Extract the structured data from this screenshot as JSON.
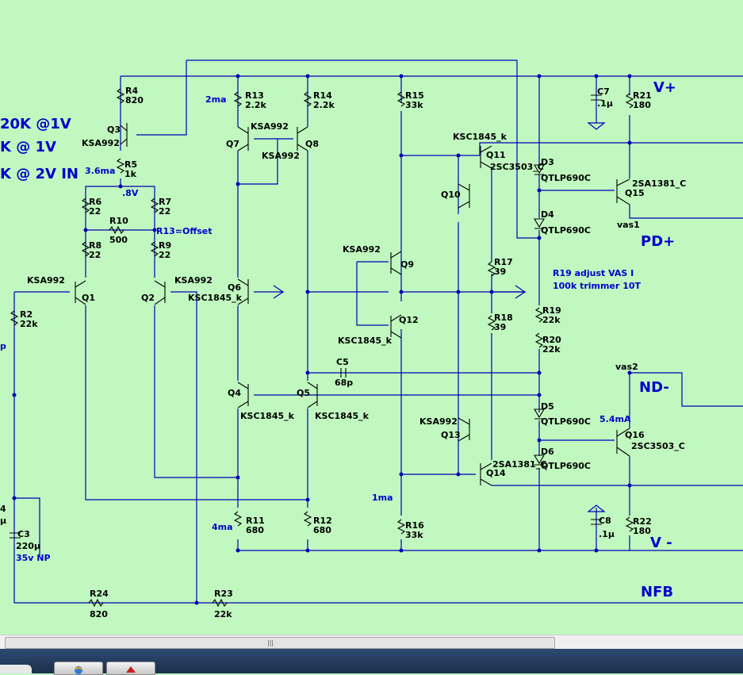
{
  "components": {
    "q1": {
      "ref": "Q1",
      "type": "KSA992"
    },
    "q2": {
      "ref": "Q2",
      "type": "KSA992"
    },
    "q3": {
      "ref": "Q3",
      "type": "KSA992"
    },
    "q4": {
      "ref": "Q4",
      "type": "KSC1845_k"
    },
    "q5": {
      "ref": "Q5",
      "type": "KSC1845_k"
    },
    "q6": {
      "ref": "Q6",
      "type": "KSC1845_k"
    },
    "q7": {
      "ref": "Q7",
      "type": "KSA992"
    },
    "q8": {
      "ref": "Q8",
      "type": "KSA992"
    },
    "q9": {
      "ref": "Q9",
      "type": "KSA992"
    },
    "q10": {
      "ref": "Q10"
    },
    "q11": {
      "ref": "Q11",
      "type": "KSC1845_k",
      "type2": "2SC3503_C"
    },
    "q12": {
      "ref": "Q12",
      "type": "KSC1845_k"
    },
    "q13": {
      "ref": "Q13",
      "type": "KSA992"
    },
    "q14": {
      "ref": "Q14",
      "type": "2SA1381_C"
    },
    "q15": {
      "ref": "Q15",
      "type": "2SA1381_C"
    },
    "q16": {
      "ref": "Q16",
      "type": "2SC3503_C"
    },
    "r2": {
      "ref": "R2",
      "value": "22k"
    },
    "r4": {
      "ref": "R4",
      "value": "820"
    },
    "r5": {
      "ref": "R5",
      "value": "1k"
    },
    "r6": {
      "ref": "R6",
      "value": "22"
    },
    "r7": {
      "ref": "R7",
      "value": "22"
    },
    "r8": {
      "ref": "R8",
      "value": "22"
    },
    "r9": {
      "ref": "R9",
      "value": "22"
    },
    "r10": {
      "ref": "R10",
      "value": "500"
    },
    "r11": {
      "ref": "R11",
      "value": "680"
    },
    "r12": {
      "ref": "R12",
      "value": "680"
    },
    "r13": {
      "ref": "R13",
      "value": "2.2k"
    },
    "r14": {
      "ref": "R14",
      "value": "2.2k"
    },
    "r15": {
      "ref": "R15",
      "value": "33k"
    },
    "r16": {
      "ref": "R16",
      "value": "33k"
    },
    "r17": {
      "ref": "R17",
      "value": "39"
    },
    "r18": {
      "ref": "R18",
      "value": "39"
    },
    "r19": {
      "ref": "R19",
      "value": "22k"
    },
    "r20": {
      "ref": "R20",
      "value": "22k"
    },
    "r21": {
      "ref": "R21",
      "value": "180"
    },
    "r22": {
      "ref": "R22",
      "value": "180"
    },
    "r23": {
      "ref": "R23",
      "value": "22k"
    },
    "r24": {
      "ref": "R24",
      "value": "820"
    },
    "c3": {
      "ref": "C3",
      "value": "220µ",
      "rating": "35v NP"
    },
    "c5": {
      "ref": "C5",
      "value": "68p"
    },
    "c7": {
      "ref": "C7",
      "value": ".1µ"
    },
    "c8": {
      "ref": "C8",
      "value": ".1µ"
    },
    "d3": {
      "ref": "D3",
      "type": "QTLP690C"
    },
    "d4": {
      "ref": "D4",
      "type": "QTLP690C"
    },
    "d5": {
      "ref": "D5",
      "type": "QTLP690C"
    },
    "d6": {
      "ref": "D6",
      "type": "QTLP690C"
    }
  },
  "annotations": {
    "current_2ma": "2ma",
    "current_3_6ma": "3.6ma",
    "voltage_8v": ".8V",
    "offset_note": "R13=Offset",
    "vas_note_1": "R19 adjust VAS I",
    "vas_note_2": "100k trimmer 10T",
    "current_4ma": "4ma",
    "current_1ma": "1ma",
    "current_5_4ma": "5.4mA",
    "clip_text_1": "20K @1V",
    "clip_text_2": "K @ 1V",
    "clip_text_3": "K @ 2V IN",
    "clip_p": "p",
    "clip_4": "4",
    "clip_mu": "µ"
  },
  "nets": {
    "vplus": "V+",
    "vminus": "V -",
    "pdplus": "PD+",
    "ndminus": "ND-",
    "nfb": "NFB",
    "vas1": "vas1",
    "vas2": "vas2"
  },
  "colors": {
    "background": "#c0f8c0",
    "wire": "#0000b4",
    "annotation": "#0000c8"
  }
}
